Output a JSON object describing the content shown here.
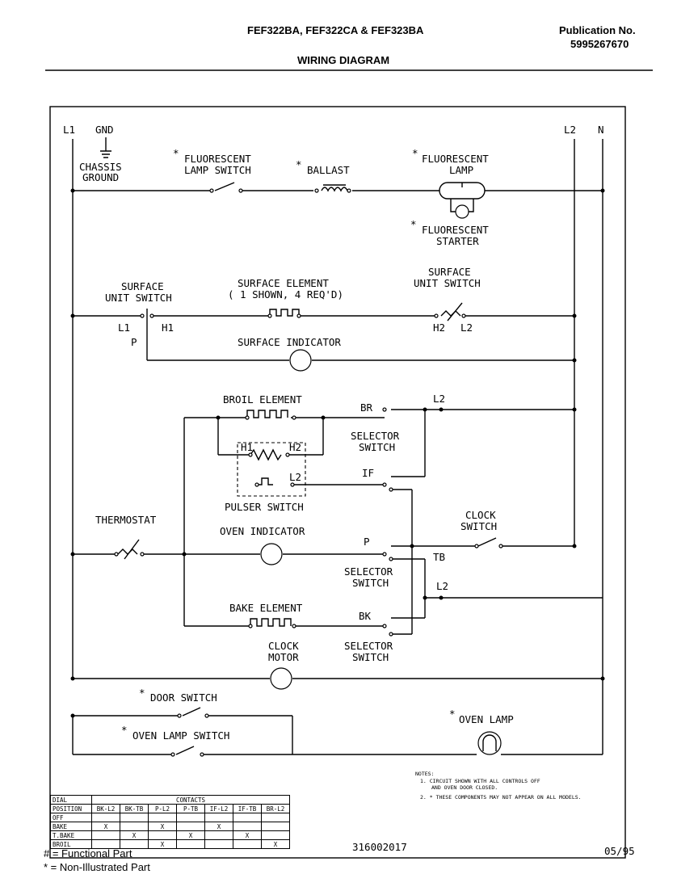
{
  "header": {
    "models": "FEF322BA, FEF322CA & FEF323BA",
    "publication_label": "Publication No.",
    "publication_number": "5995267670",
    "diagram_title": "WIRING DIAGRAM"
  },
  "labels": {
    "l1_top": "L1",
    "gnd": "GND",
    "l2_top": "L2",
    "n_top": "N",
    "chassis": "CHASSIS",
    "ground": "GROUND",
    "fl_lamp_switch_1": "FLUORESCENT",
    "fl_lamp_switch_2": "LAMP SWITCH",
    "ballast": "BALLAST",
    "fl_lamp_1": "FLUORESCENT",
    "fl_lamp_2": "LAMP",
    "fl_starter_1": "FLUORESCENT",
    "fl_starter_2": "STARTER",
    "surf_switch_left_1": "SURFACE",
    "surf_switch_left_2": "UNIT SWITCH",
    "surf_elem_1": "SURFACE ELEMENT",
    "surf_elem_2": "( 1 SHOWN, 4 REQ'D)",
    "surf_switch_right_1": "SURFACE",
    "surf_switch_right_2": "UNIT SWITCH",
    "l1_sw": "L1",
    "h1_sw": "H1",
    "p_sw": "P",
    "h2_sw": "H2",
    "l2_sw": "L2",
    "surface_indicator": "SURFACE INDICATOR",
    "broil_element": "BROIL ELEMENT",
    "br": "BR",
    "l2_broil": "L2",
    "selector_1a": "SELECTOR",
    "selector_1b": "SWITCH",
    "h1_pulser": "H1",
    "h2_pulser": "H2",
    "l2_pulser": "L2",
    "if": "IF",
    "pulser_switch": "PULSER SWITCH",
    "thermostat": "THERMOSTAT",
    "oven_indicator": "OVEN INDICATOR",
    "p_sel": "P",
    "clock_switch_1": "CLOCK",
    "clock_switch_2": "SWITCH",
    "tb": "TB",
    "selector_2a": "SELECTOR",
    "selector_2b": "SWITCH",
    "l2_bake": "L2",
    "bake_element": "BAKE ELEMENT",
    "bk": "BK",
    "clock_motor_1": "CLOCK",
    "clock_motor_2": "MOTOR",
    "selector_3a": "SELECTOR",
    "selector_3b": "SWITCH",
    "door_switch": "DOOR SWITCH",
    "oven_lamp": "OVEN LAMP",
    "oven_lamp_switch": "OVEN LAMP SWITCH",
    "star": "*",
    "part_number": "316002017",
    "date": "05/95"
  },
  "notes": {
    "title": "NOTES:",
    "n1a": "1. CIRCUIT SHOWN WITH ALL CONTROLS OFF",
    "n1b": "AND OVEN DOOR CLOSED.",
    "n2": "2. * THESE COMPONENTS MAY NOT APPEAR ON ALL MODELS."
  },
  "dial_table": {
    "dial": "DIAL",
    "contacts": "CONTACTS",
    "position": "POSITION",
    "columns": [
      "BK-L2",
      "BK-TB",
      "P-L2",
      "P-TB",
      "IF-L2",
      "IF-TB",
      "BR-L2"
    ],
    "rows": [
      {
        "label": "OFF",
        "cells": [
          "",
          "",
          "",
          "",
          "",
          "",
          ""
        ]
      },
      {
        "label": "BAKE",
        "cells": [
          "X",
          "",
          "X",
          "",
          "X",
          "",
          ""
        ]
      },
      {
        "label": "T.BAKE",
        "cells": [
          "",
          "X",
          "",
          "X",
          "",
          "X",
          ""
        ]
      },
      {
        "label": "BROIL",
        "cells": [
          "",
          "",
          "X",
          "",
          "",
          "",
          "X"
        ]
      }
    ]
  },
  "legend": {
    "functional": "# = Functional Part",
    "non_illustrated": "* = Non-Illustrated Part"
  }
}
